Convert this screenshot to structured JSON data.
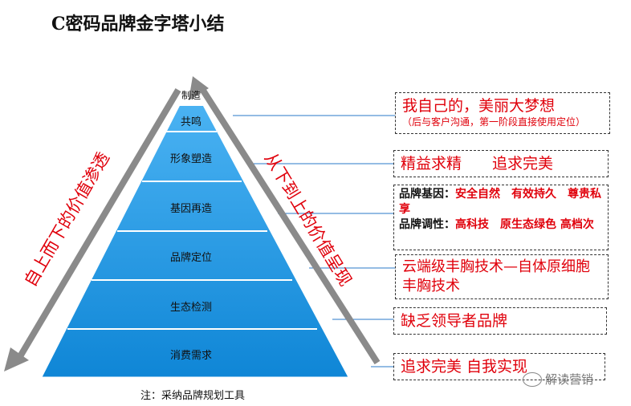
{
  "title": "C密码品牌金字塔小结",
  "layers": [
    {
      "label": "制造"
    },
    {
      "label": "共鸣"
    },
    {
      "label": "形象塑造"
    },
    {
      "label": "基因再造"
    },
    {
      "label": "品牌定位"
    },
    {
      "label": "生态检测"
    },
    {
      "label": "消费需求"
    }
  ],
  "left_arrow_text": "自上而下的价值渗透",
  "right_arrow_text": "从下到上的价值呈现",
  "boxes": {
    "b1_main": "我自己的，美丽大梦想",
    "b1_sub": "（后与客户沟通，第一阶段直接使用定位）",
    "b2": "精益求精　　追求完美",
    "b3_k1": "品牌基因：",
    "b3_v1": "安全自然　有效持久　尊贵私享",
    "b3_k2": "品牌调性：",
    "b3_v2": "高科技　原生态绿色 高档次",
    "b4": "云端级丰胸技术—自体原细胞丰胸技术",
    "b5": "缺乏领导者品牌",
    "b6": "追求完美 自我实现"
  },
  "note": "注：采纳品牌规划工具",
  "watermark": "解读营销",
  "colors": {
    "pyramid": "#1a97e6",
    "arrow": "#8a8a8a",
    "accent": "#e0000b"
  }
}
